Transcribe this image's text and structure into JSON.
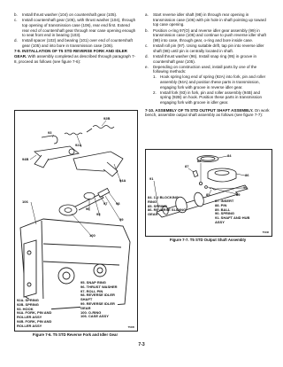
{
  "left_col": {
    "items": [
      {
        "label": "b.",
        "text": "Install thrust washer (104) on countershaft gear (105)."
      },
      {
        "label": "c.",
        "text": "Install countershaft gear (105), with thrust washer (104), through top opening of transmission case (106), rear end first. Extend rear end of countershaft gear through rear case opening enough to seat front end in bearing (103)."
      },
      {
        "label": "d.",
        "text": "Install spacer (102) and bearing (101) over end of countershaft gear (105) and into bore in transmission case (106)."
      }
    ],
    "section_heading": "7-9. INSTALLATION OF T5 STD REVERSE FORK AND IDLER GEAR.",
    "section_text": "With assembly completed as described through paragraph 7-8, proceed as follows (see figure 7-6):"
  },
  "right_col": {
    "items": [
      {
        "label": "a.",
        "text": "Start reverse idler shaft (98) in through rear opening in transmission case (106) with pin hole in shaft pointing up toward top case opening."
      },
      {
        "label": "b.",
        "text": "Position o-ring 97(O) and reverse idler gear assembly (99) in transmission case (106) and continue to push reverse idler shaft (98) into case, through gear, o-ring and bore inside case."
      },
      {
        "label": "c.",
        "text": "Install roll pin (97). Using suitable drift, tap pin into reverse idler shaft (98) until pin is centrally located in shaft."
      },
      {
        "label": "d.",
        "text": "Install thrust washer (96). Install snap ring (95) in groove in countershaft gear (105)."
      },
      {
        "label": "e.",
        "text": "Depending on construction used, install parts by one of the following methods:"
      }
    ],
    "subitems": [
      {
        "label": "1.",
        "text": "Hook spring long end of spring (92A) into fork, pin and roller assembly (94A) and position these parts in transmission, engaging fork with groove in reverse idler gear."
      },
      {
        "label": "2.",
        "text": "Install fork (93) in fork, pin and roller assembly (94B) and spring (92B) on hook. Position these parts in transmission engaging fork with groove in idler gear."
      }
    ],
    "section_heading": "7-10. ASSEMBLY OF T5 STD OUTPUT SHAFT ASSEMBLY.",
    "section_text": "On work bench, assemble output shaft assembly as follows (see figure 7-7):"
  },
  "figure_left": {
    "callouts": [
      "92B",
      "93",
      "92A",
      "94B",
      "94A",
      "106",
      "97",
      "98",
      "96",
      "95",
      "99",
      "100"
    ],
    "legend": [
      "95. SNAP RING",
      "96. THRUST WASHER",
      "97. ROLL PIN",
      "98. REVERSE IDLER",
      "      SHAFT",
      "99. REVERSE IDLER",
      "      GEAR",
      "100. O-RING",
      "106. CASE ASSY"
    ],
    "legend_left": [
      "92A. SPRING",
      "92B. SPRING",
      "93. HOOK",
      "94A. FORK, PIN AND",
      "        ROLLER ASSY",
      "94B. FORK, PIN AND",
      "        ROLLER ASSY"
    ],
    "code": "T5435",
    "caption": "Figure 7-6. T5 STD Reverse Fork and Idler Gear"
  },
  "figure_right": {
    "callouts": [
      "84",
      "88",
      "87",
      "86",
      "85",
      "91",
      "89",
      "90"
    ],
    "legend": [
      "84. 1-2 BLOCKING",
      "      RING",
      "85. SPRING",
      "86. REVERSE SLIDING",
      "      GEAR",
      "87. INSERT",
      "88. PIN",
      "89. BALL",
      "90. SPRING",
      "91. SHAFT AND HUB",
      "      ASSY"
    ],
    "code": "T5436",
    "caption": "Figure 7-7. T5 STD Output Shaft Assembly"
  },
  "page_number": "7-3"
}
